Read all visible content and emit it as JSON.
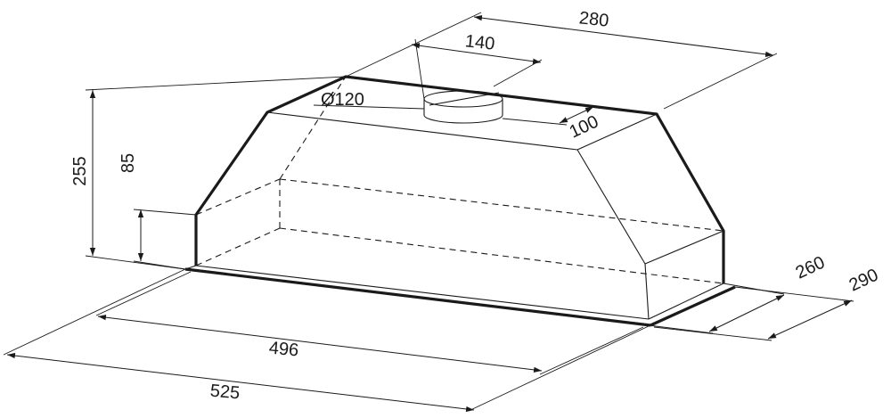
{
  "dimensions": {
    "width_total": "525",
    "width_inner": "496",
    "height_total": "255",
    "height_lower": "85",
    "top_depth": "280",
    "duct_offset": "140",
    "duct_diameter": "Ø120",
    "duct_depth_offset": "100",
    "depth_inner": "260",
    "depth_total": "290"
  },
  "colors": {
    "line": "#1a1a1a",
    "background": "#ffffff"
  }
}
